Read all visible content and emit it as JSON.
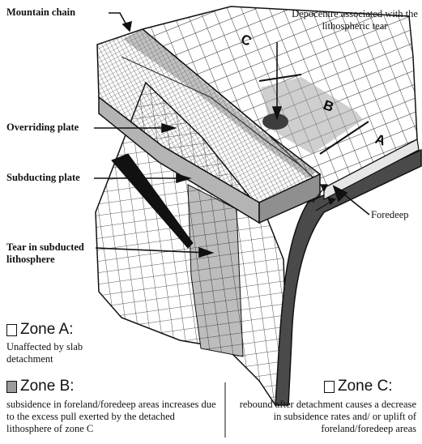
{
  "labels": {
    "mountain_chain": "Mountain chain",
    "depocentre": "Depocentre associated with the lithospheric tear",
    "overriding_plate": "Overriding plate",
    "subducting_plate": "Subducting plate",
    "tear": "Tear in subducted lithosphere",
    "foredeep": "Foredeep",
    "block_letters": {
      "a": "A",
      "b": "B",
      "c": "C"
    }
  },
  "zones": {
    "a": {
      "title": "Zone A:",
      "text": "Unaffected by slab detachment",
      "swatch_color": "#ffffff"
    },
    "b": {
      "title": "Zone B:",
      "text": "subsidence in foreland/foredeep areas increases due to the excess pull exerted by the detached lithosphere of zone C",
      "swatch_color": "#9b9b9b"
    },
    "c": {
      "title": "Zone C:",
      "text": "rebound after detachment causes a decrease in subsidence rates and/ or uplift of foreland/foredeep areas",
      "swatch_color": "#ffffff"
    }
  }
}
